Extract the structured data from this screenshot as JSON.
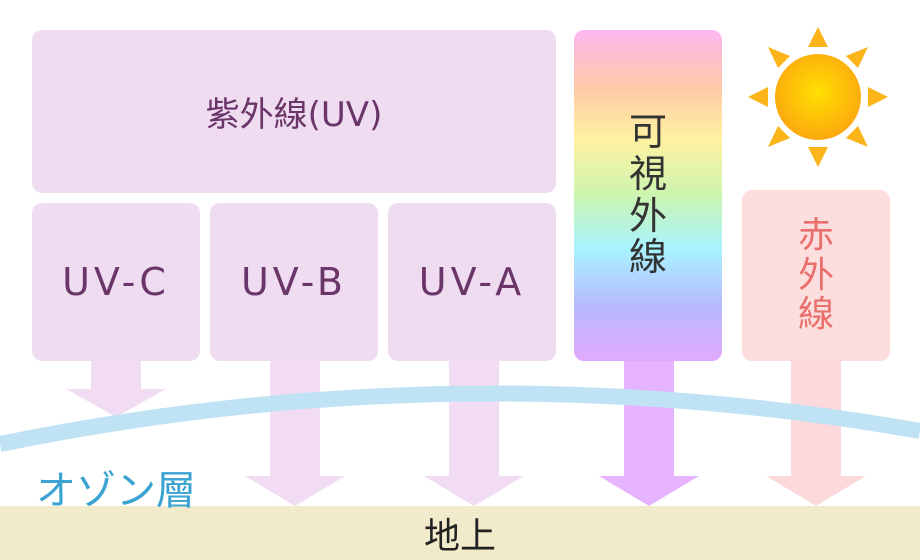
{
  "labels": {
    "uv": "紫外線(UV)",
    "uvc": "UV-C",
    "uvb": "UV-B",
    "uva": "UV-A",
    "visible": [
      "可",
      "視",
      "外",
      "線"
    ],
    "infrared": [
      "赤",
      "外",
      "線"
    ],
    "ozone": "オゾン層",
    "ground": "地上"
  },
  "icons": {
    "sun": "sun-icon"
  },
  "colors": {
    "uv_box": "#efdcf1",
    "uv_text": "#6a3569",
    "uv_arrow": "#f1dcf4",
    "visible_arrow": "#e6b3ff",
    "infrared_box": "#fddede",
    "infrared_text": "#e9706c",
    "infrared_arrow": "#fcdadc",
    "ozone": "#bfe3f4",
    "ozone_text": "#3aa3d1",
    "ground": "#f2ebcb",
    "sun_ray": "#fbb41a",
    "sun_core": "#fca80e"
  },
  "rays": [
    {
      "name": "uv-c",
      "reaches_ground": false
    },
    {
      "name": "uv-b",
      "reaches_ground": true
    },
    {
      "name": "uv-a",
      "reaches_ground": true
    },
    {
      "name": "visible",
      "reaches_ground": true
    },
    {
      "name": "infrared",
      "reaches_ground": true
    }
  ]
}
